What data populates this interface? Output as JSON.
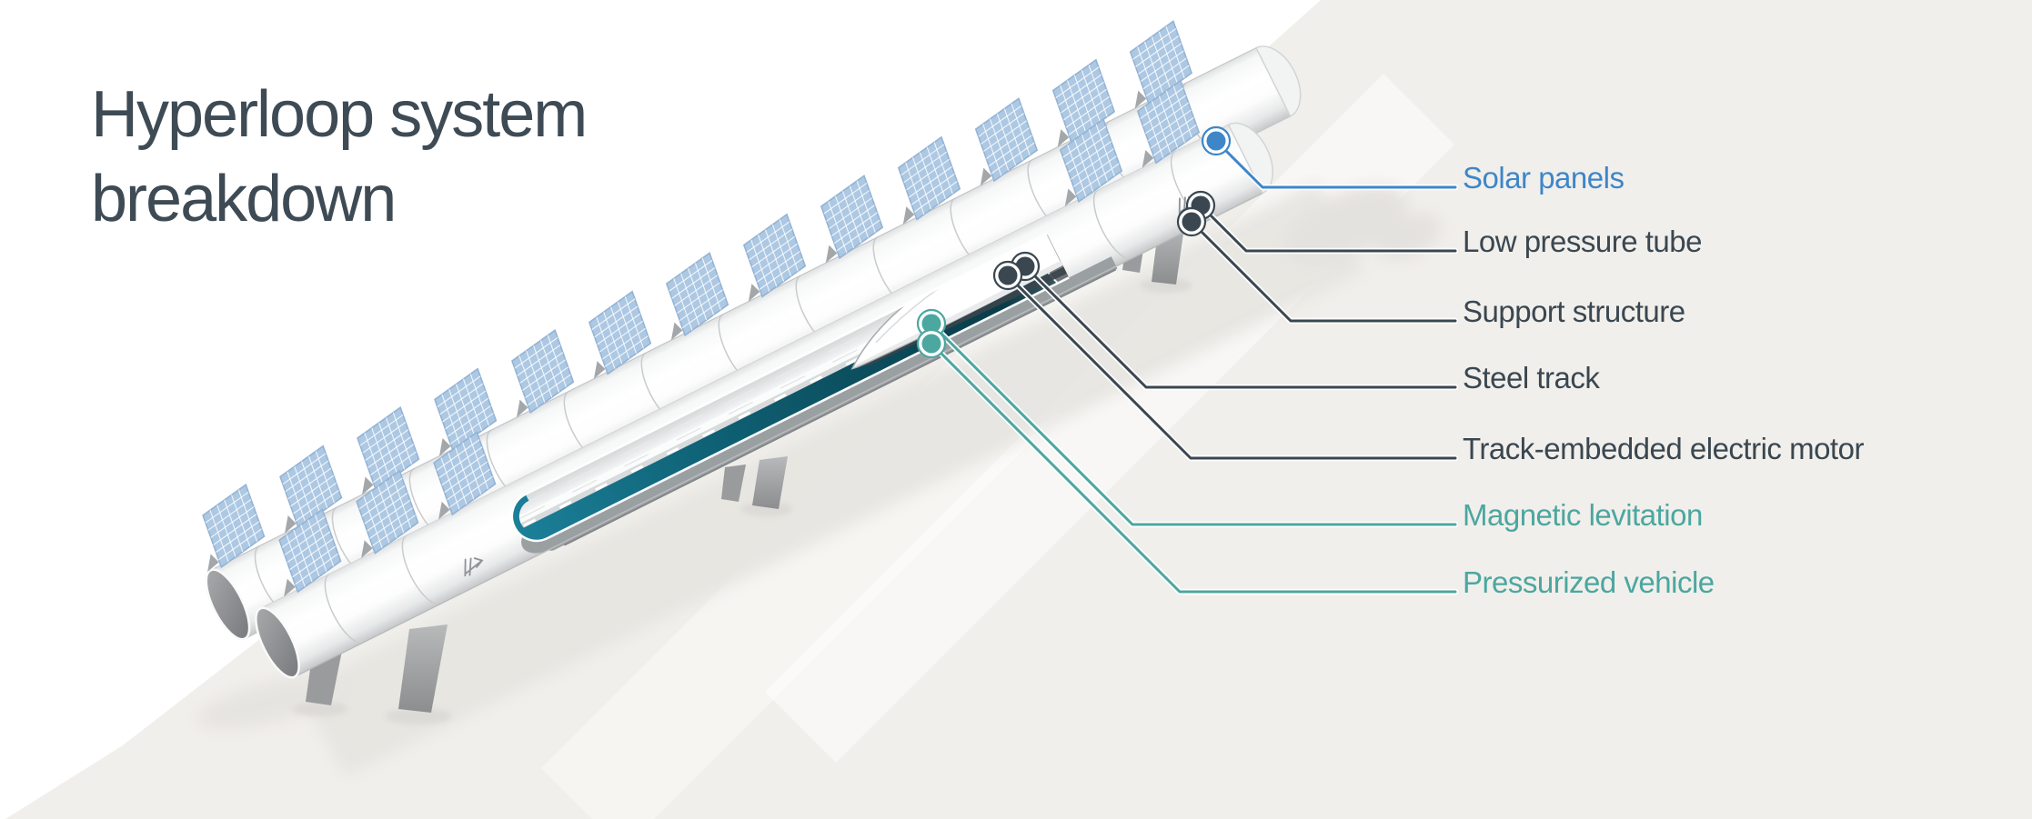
{
  "title": {
    "line1": "Hyperloop system",
    "line2": "breakdown"
  },
  "callouts": {
    "items": [
      {
        "label": "Solar panels",
        "color": "#3e86c8"
      },
      {
        "label": "Low pressure tube",
        "color": "#3a4750"
      },
      {
        "label": "Support structure",
        "color": "#3a4750"
      },
      {
        "label": "Steel track",
        "color": "#3a4750"
      },
      {
        "label": "Track-embedded electric motor",
        "color": "#3a4750"
      },
      {
        "label": "Magnetic levitation",
        "color": "#4ba7a0"
      },
      {
        "label": "Pressurized vehicle",
        "color": "#4ba7a0"
      }
    ]
  },
  "icons": {
    "tube_logo": "hyperloop-arrow-icon"
  },
  "colors": {
    "title": "#3e4b55",
    "dark": "#3a4750",
    "blue": "#3e86c8",
    "teal": "#4ba7a0",
    "background": "#ffffff",
    "ground": "#f1efeb",
    "panel": "#adc8e3",
    "track_teal": "#0d5868",
    "tube_gray": "#c9cbcc"
  }
}
